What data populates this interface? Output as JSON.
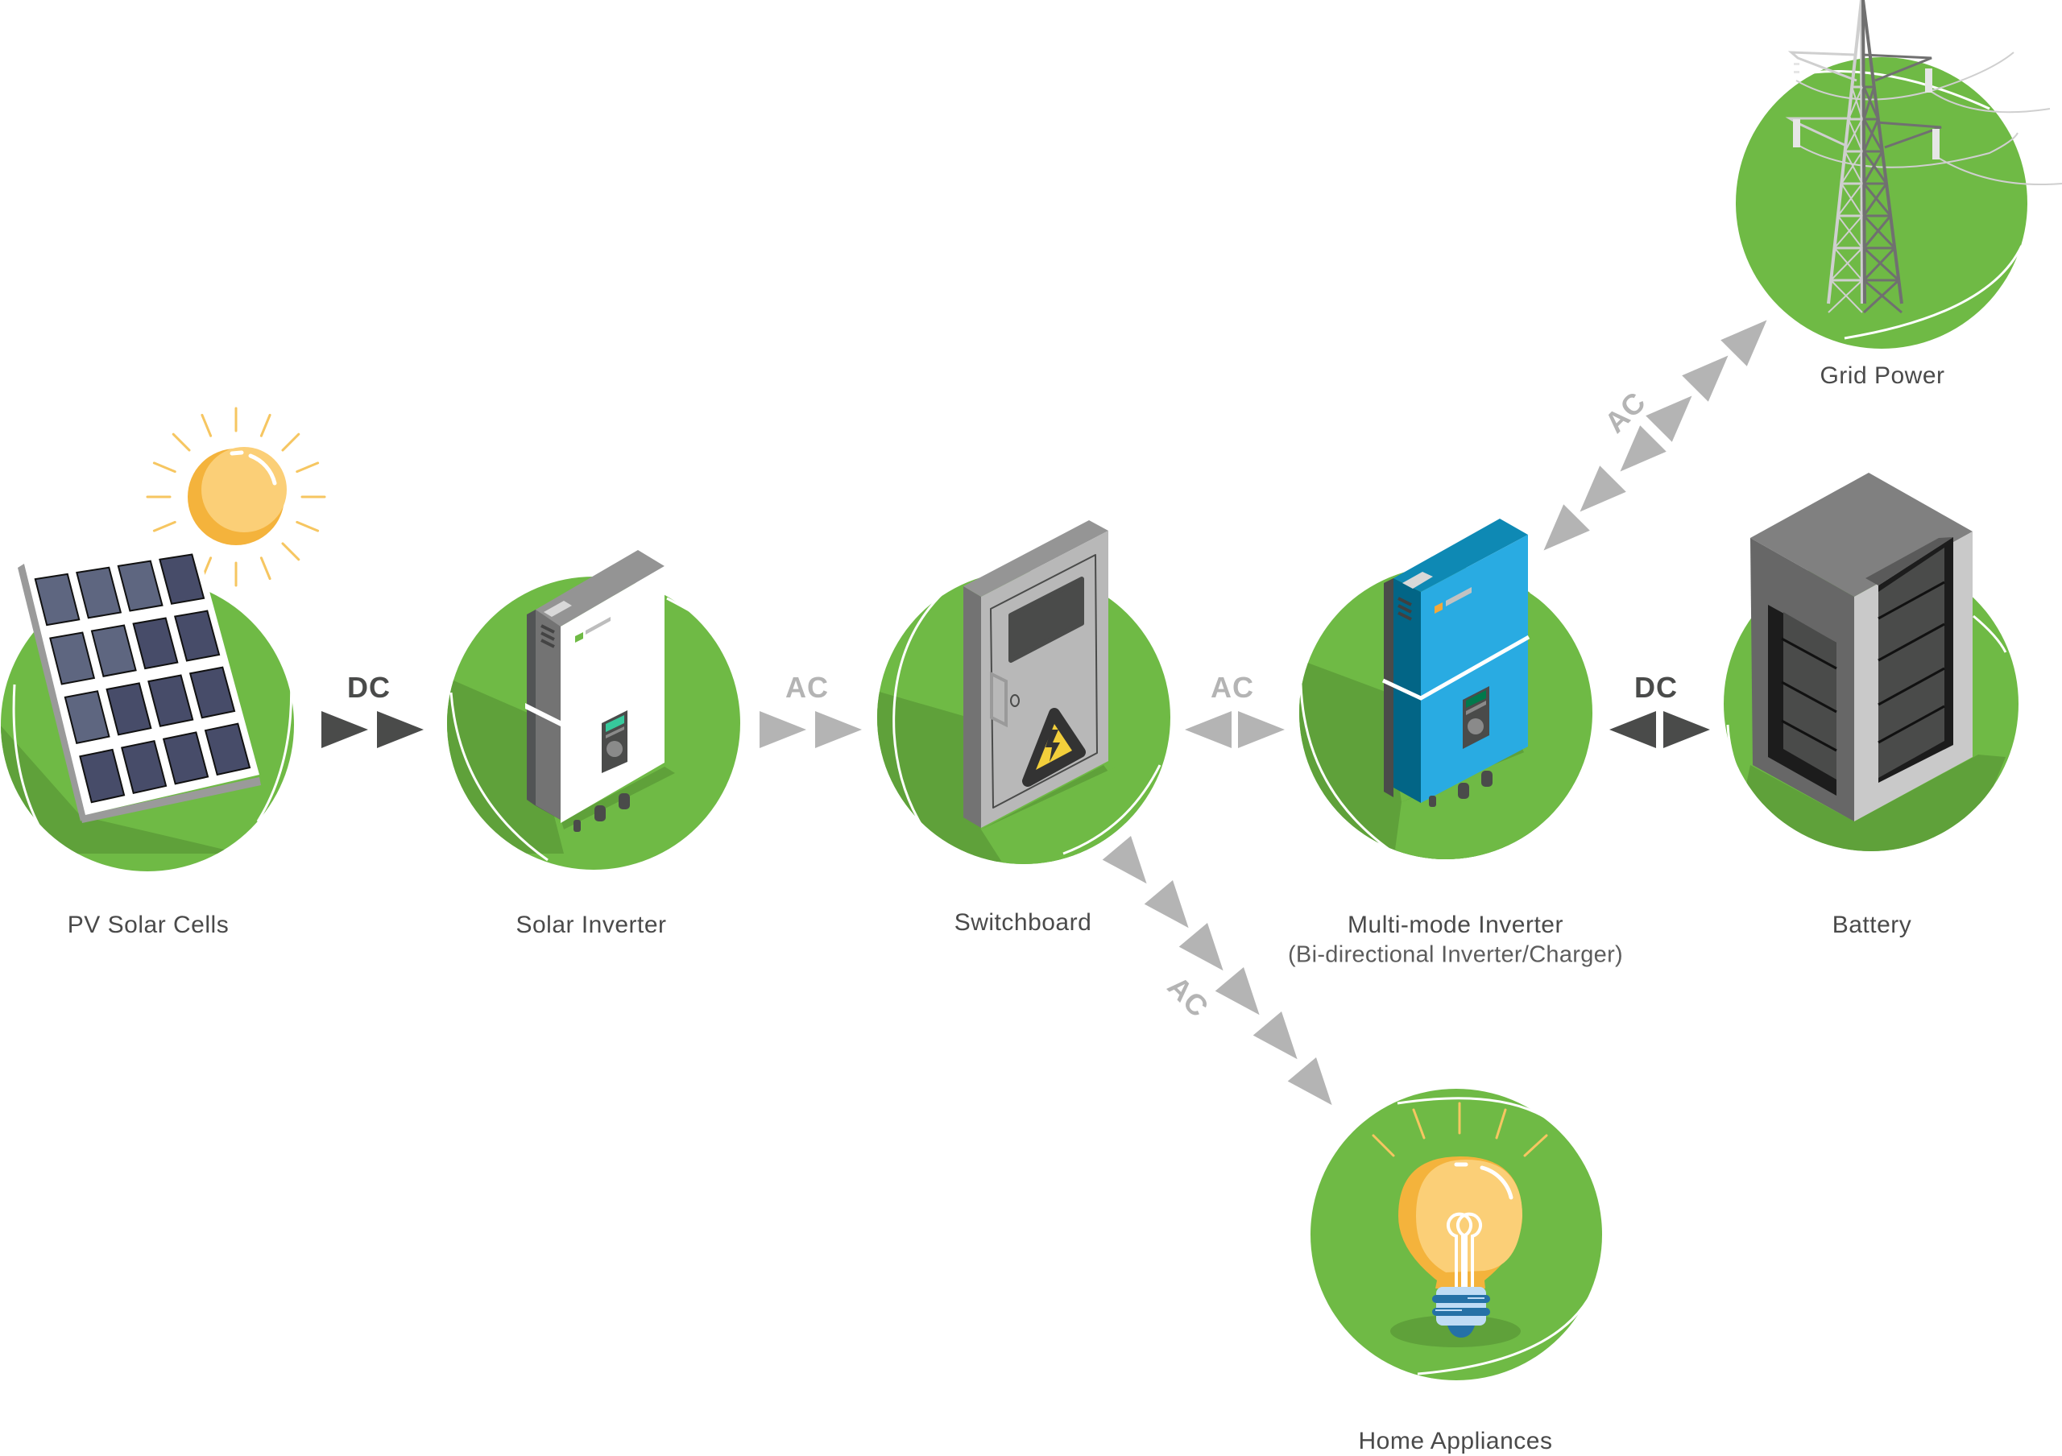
{
  "diagram": {
    "title": "Hybrid solar power system flow",
    "colors": {
      "node_green": "#6fba45",
      "node_green_dark": "#5fa13a",
      "dc_arrow": "#4a4b4a",
      "ac_arrow": "#b4b4b4",
      "label_text": "#4a4a4a",
      "sun": "#fbcf77",
      "sun_shade": "#f4b33c",
      "inverter_blue": "#29abe2",
      "inverter_blue_dark": "#046687"
    },
    "nodes": [
      {
        "id": "pv",
        "label": "PV Solar Cells",
        "icon": "solar-panel-icon"
      },
      {
        "id": "solar_inverter",
        "label": "Solar Inverter",
        "icon": "solar-inverter-icon"
      },
      {
        "id": "switchboard",
        "label": "Switchboard",
        "icon": "switchboard-icon"
      },
      {
        "id": "multimode",
        "label": "Multi-mode Inverter",
        "sublabel": "(Bi-directional Inverter/Charger)",
        "icon": "multimode-inverter-icon"
      },
      {
        "id": "battery",
        "label": "Battery",
        "icon": "battery-icon"
      },
      {
        "id": "grid",
        "label": "Grid Power",
        "icon": "power-tower-icon"
      },
      {
        "id": "appliances",
        "label": "Home Appliances",
        "icon": "light-bulb-icon"
      }
    ],
    "connections": [
      {
        "from": "pv",
        "to": "solar_inverter",
        "current": "DC",
        "direction": "forward"
      },
      {
        "from": "solar_inverter",
        "to": "switchboard",
        "current": "AC",
        "direction": "forward"
      },
      {
        "from": "switchboard",
        "to": "multimode",
        "current": "AC",
        "direction": "bidirectional"
      },
      {
        "from": "multimode",
        "to": "battery",
        "current": "DC",
        "direction": "bidirectional"
      },
      {
        "from": "multimode",
        "to": "grid",
        "current": "AC",
        "direction": "bidirectional"
      },
      {
        "from": "switchboard",
        "to": "appliances",
        "current": "AC",
        "direction": "forward"
      }
    ]
  }
}
